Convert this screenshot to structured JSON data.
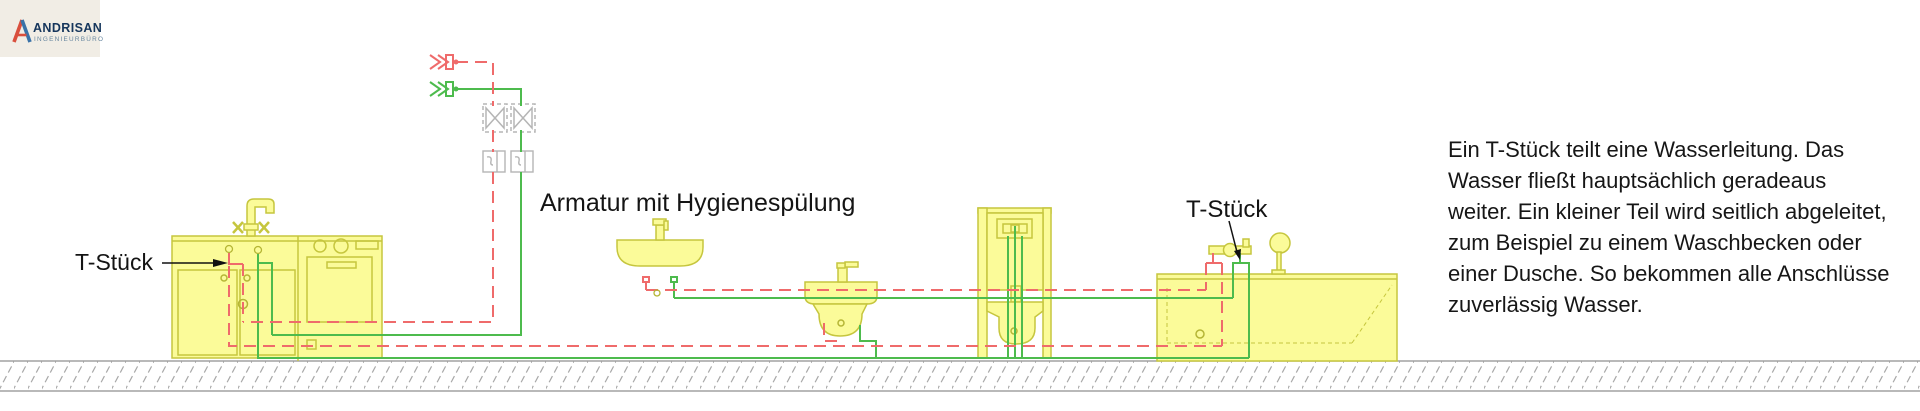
{
  "logo": {
    "brand": "ANDRISAN",
    "subtitle": "INGENIEURBÜRO"
  },
  "labels": {
    "tstueck_left": "T-Stück",
    "armatur": "Armatur mit Hygienespülung",
    "tstueck_right": "T-Stück"
  },
  "info": {
    "text": "Ein T-Stück teilt eine Wasserleitung. Das Wasser fließt hauptsächlich geradeaus weiter. Ein kleiner Teil wird seitlich abgeleitet, zum Beispiel zu einem Waschbecken oder einer Dusche. So bekommen alle Anschlüsse zuverlässig Wasser."
  },
  "colors": {
    "hot_water_pipe": "#ef6b6b",
    "cold_water_pipe": "#4dbb4d",
    "fixture_fill": "#fbfb99",
    "fixture_outline": "#c6c63e",
    "symbol_gray": "#b5b5b5",
    "logo_navy": "#16365c",
    "logo_red": "#d94f3d",
    "logo_blue": "#3a72a8"
  }
}
